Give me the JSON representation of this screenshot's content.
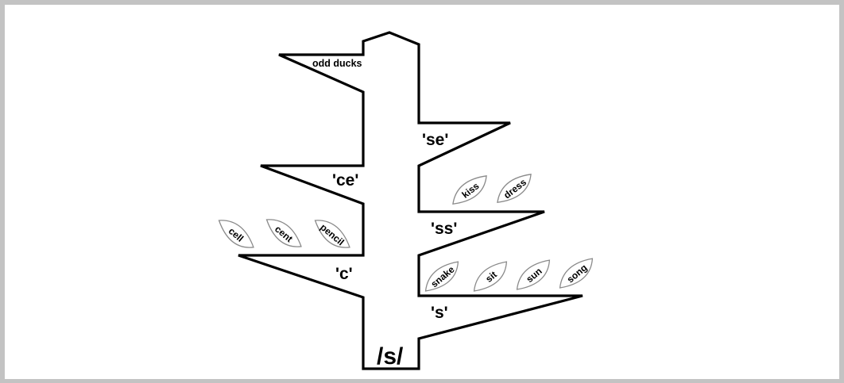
{
  "colors": {
    "frame": "#c3c3c3",
    "outline": "#000000",
    "leaf_stroke": "#8a8a8a",
    "background": "#ffffff"
  },
  "diagram": {
    "root_sound": "/s/",
    "odd_ducks_label": "odd ducks",
    "branches": [
      {
        "spelling": "'se'",
        "words": []
      },
      {
        "spelling": "'ce'",
        "words": []
      },
      {
        "spelling": "'ss'",
        "words": [
          "kiss",
          "dress"
        ]
      },
      {
        "spelling": "'c'",
        "words": [
          "cell",
          "cent",
          "pencil"
        ]
      },
      {
        "spelling": "'s'",
        "words": [
          "snake",
          "sit",
          "sun",
          "song"
        ]
      }
    ]
  }
}
